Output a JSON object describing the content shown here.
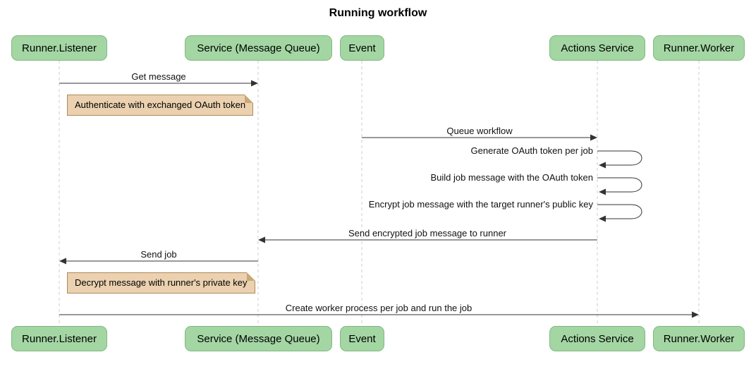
{
  "title": "Running workflow",
  "actors": [
    {
      "label": "Runner.Listener"
    },
    {
      "label": "Service (Message Queue)"
    },
    {
      "label": "Event"
    },
    {
      "label": "Actions Service"
    },
    {
      "label": "Runner.Worker"
    }
  ],
  "messages": {
    "get_message": "Get message",
    "queue_workflow": "Queue workflow",
    "generate_token": "Generate OAuth token per job",
    "build_job_message": "Build job message with the OAuth token",
    "encrypt_job_message": "Encrypt job message with the target runner's public key",
    "send_encrypted": "Send encrypted job message to runner",
    "send_job": "Send job",
    "create_worker": "Create worker process per job and run the job"
  },
  "notes": {
    "authenticate": "Authenticate with exchanged OAuth token",
    "decrypt": "Decrypt message with runner's private key"
  },
  "colors": {
    "actor_fill": "#A3D6A3",
    "actor_border": "#81B881",
    "note_fill": "#EBD1AF",
    "note_border": "#AD8B5B",
    "lifeline": "#CCCCCC",
    "arrow": "#333333"
  }
}
